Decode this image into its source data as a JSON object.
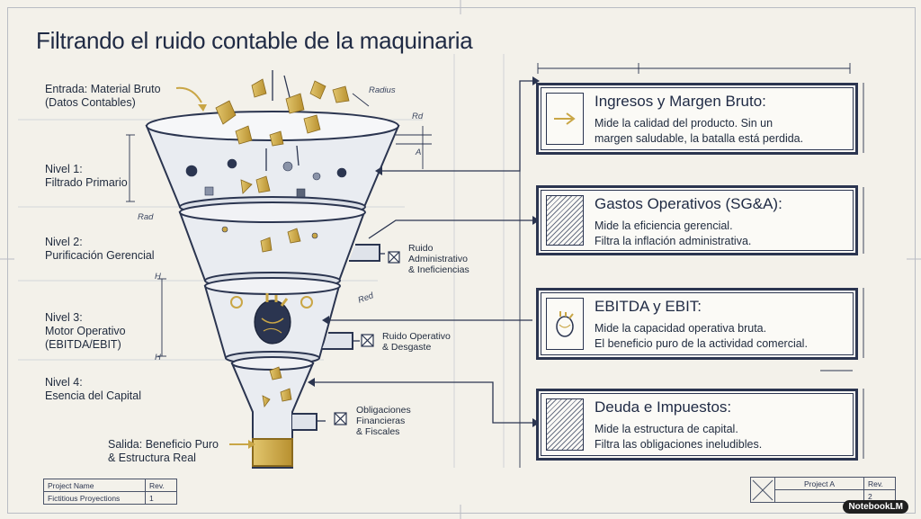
{
  "title": "Filtrando el ruido contable de la maquinaria",
  "left_labels": {
    "input": "Entrada: Material Bruto\n(Datos Contables)",
    "level1": "Nivel 1:\nFiltrado Primario",
    "level2": "Nivel 2:\nPurificación Gerencial",
    "level3": "Nivel 3:\nMotor Operativo\n(EBITDA/EBIT)",
    "level4": "Nivel 4:\nEsencia del Capital",
    "output": "Salida: Beneficio Puro\n& Estructura Real"
  },
  "dimension_labels": {
    "radius": "Radius",
    "rd": "Rd",
    "a": "A",
    "rad": "Rad",
    "red": "Red",
    "h1": "H",
    "h2": "H"
  },
  "side_outputs": {
    "admin": "Ruido\nAdministrativo\n& Ineficiencias",
    "operativo": "Ruido Operativo\n& Desgaste",
    "obligaciones": "Obligaciones\nFinancieras\n& Fiscales"
  },
  "boxes": [
    {
      "title": "Ingresos y Margen Bruto:",
      "desc": "Mide la calidad del producto. Sin un\nmargen saludable, la batalla está perdida.",
      "icon": "arrow-right-icon"
    },
    {
      "title": "Gastos Operativos (SG&A):",
      "desc": "Mide la eficiencia gerencial.\nFiltra la inflación administrativa.",
      "icon": "hatch"
    },
    {
      "title": "EBITDA y EBIT:",
      "desc": "Mide la capacidad operativa bruta.\nEl beneficio puro de la actividad comercial.",
      "icon": "heart-icon"
    },
    {
      "title": "Deuda e Impuestos:",
      "desc": "Mide la estructura de capital.\nFiltra las obligaciones ineludibles.",
      "icon": "hatch"
    }
  ],
  "title_block_left": {
    "project_name_label": "Project Name",
    "rev_label": "Rev.",
    "project_value": "Fictitious Proyections",
    "rev_value": "1"
  },
  "title_block_right": {
    "project_label": "Project A",
    "rev_label": "Rev.",
    "rev_value": "2"
  },
  "watermark": "NotebookLM",
  "colors": {
    "navy": "#2b3550",
    "gold": "#c9a646",
    "paper": "#f3f1ea"
  }
}
